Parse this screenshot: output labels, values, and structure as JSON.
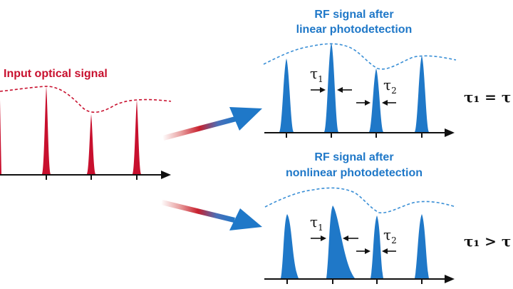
{
  "input": {
    "title": "Input optical signal"
  },
  "linear": {
    "title_line1": "RF signal after",
    "title_line2": "linear photodetection",
    "relation": "τ₁ = τ"
  },
  "nonlinear": {
    "title_line1": "RF signal after",
    "title_line2": "nonlinear photodetection",
    "relation": "τ₁ > τ"
  },
  "labels": {
    "tau1": "τ",
    "tau1_sub": "1",
    "tau2": "τ",
    "tau2_sub": "2"
  },
  "colors": {
    "red": "#c8102e",
    "blue": "#1f78c8",
    "dash_red": "#c8102e",
    "dash_blue": "#3a8fd6",
    "axis": "#111111"
  }
}
